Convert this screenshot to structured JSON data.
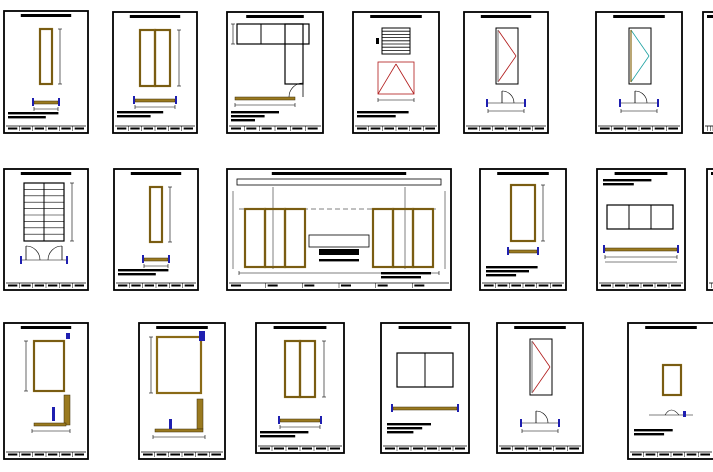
{
  "document": {
    "kind": "cad-drawing-sheet-grid",
    "rows": 3,
    "sheet_count": 19
  },
  "colors": {
    "background": "#ffffff",
    "frame": "#000000",
    "door_fill": "#8a6a16",
    "door_stroke": "#4a3608",
    "hatch": "#9a7a20",
    "accent_blue": "#1f1fb0",
    "accent_red": "#b01818",
    "accent_teal": "#1aa0a0"
  },
  "sheets": [
    {
      "name": "sheet-r1-c1",
      "content": "narrow-single-door",
      "partial": false
    },
    {
      "name": "sheet-r1-c2",
      "content": "double-door",
      "partial": false
    },
    {
      "name": "sheet-r1-c3",
      "content": "window-with-side-door",
      "partial": false
    },
    {
      "name": "sheet-r1-c4",
      "content": "louvered-window-section",
      "partial": false
    },
    {
      "name": "sheet-r1-c5",
      "content": "swing-door-red-diagonal",
      "partial": false
    },
    {
      "name": "sheet-r1-c6",
      "content": "swing-door-teal-diagonal",
      "partial": false
    },
    {
      "name": "sheet-r1-c7",
      "content": "cut-off",
      "partial": true
    },
    {
      "name": "sheet-r2-c1",
      "content": "louvered-double-door",
      "partial": false
    },
    {
      "name": "sheet-r2-c2",
      "content": "narrow-single-door",
      "partial": false
    },
    {
      "name": "sheet-r2-c3",
      "content": "wide-facade-elevation",
      "partial": false
    },
    {
      "name": "sheet-r2-c4",
      "content": "single-door",
      "partial": false
    },
    {
      "name": "sheet-r2-c5",
      "content": "triple-window",
      "partial": false
    },
    {
      "name": "sheet-r2-c6",
      "content": "cut-off",
      "partial": true
    },
    {
      "name": "sheet-r3-c1",
      "content": "door-with-side-section",
      "partial": false
    },
    {
      "name": "sheet-r3-c2",
      "content": "large-panel-with-section",
      "partial": false
    },
    {
      "name": "sheet-r3-c3",
      "content": "double-door",
      "partial": false
    },
    {
      "name": "sheet-r3-c4",
      "content": "sliding-window",
      "partial": false
    },
    {
      "name": "sheet-r3-c5",
      "content": "swing-door-red-diagonal",
      "partial": false
    },
    {
      "name": "sheet-r3-c6",
      "content": "small-window",
      "partial": false
    }
  ]
}
